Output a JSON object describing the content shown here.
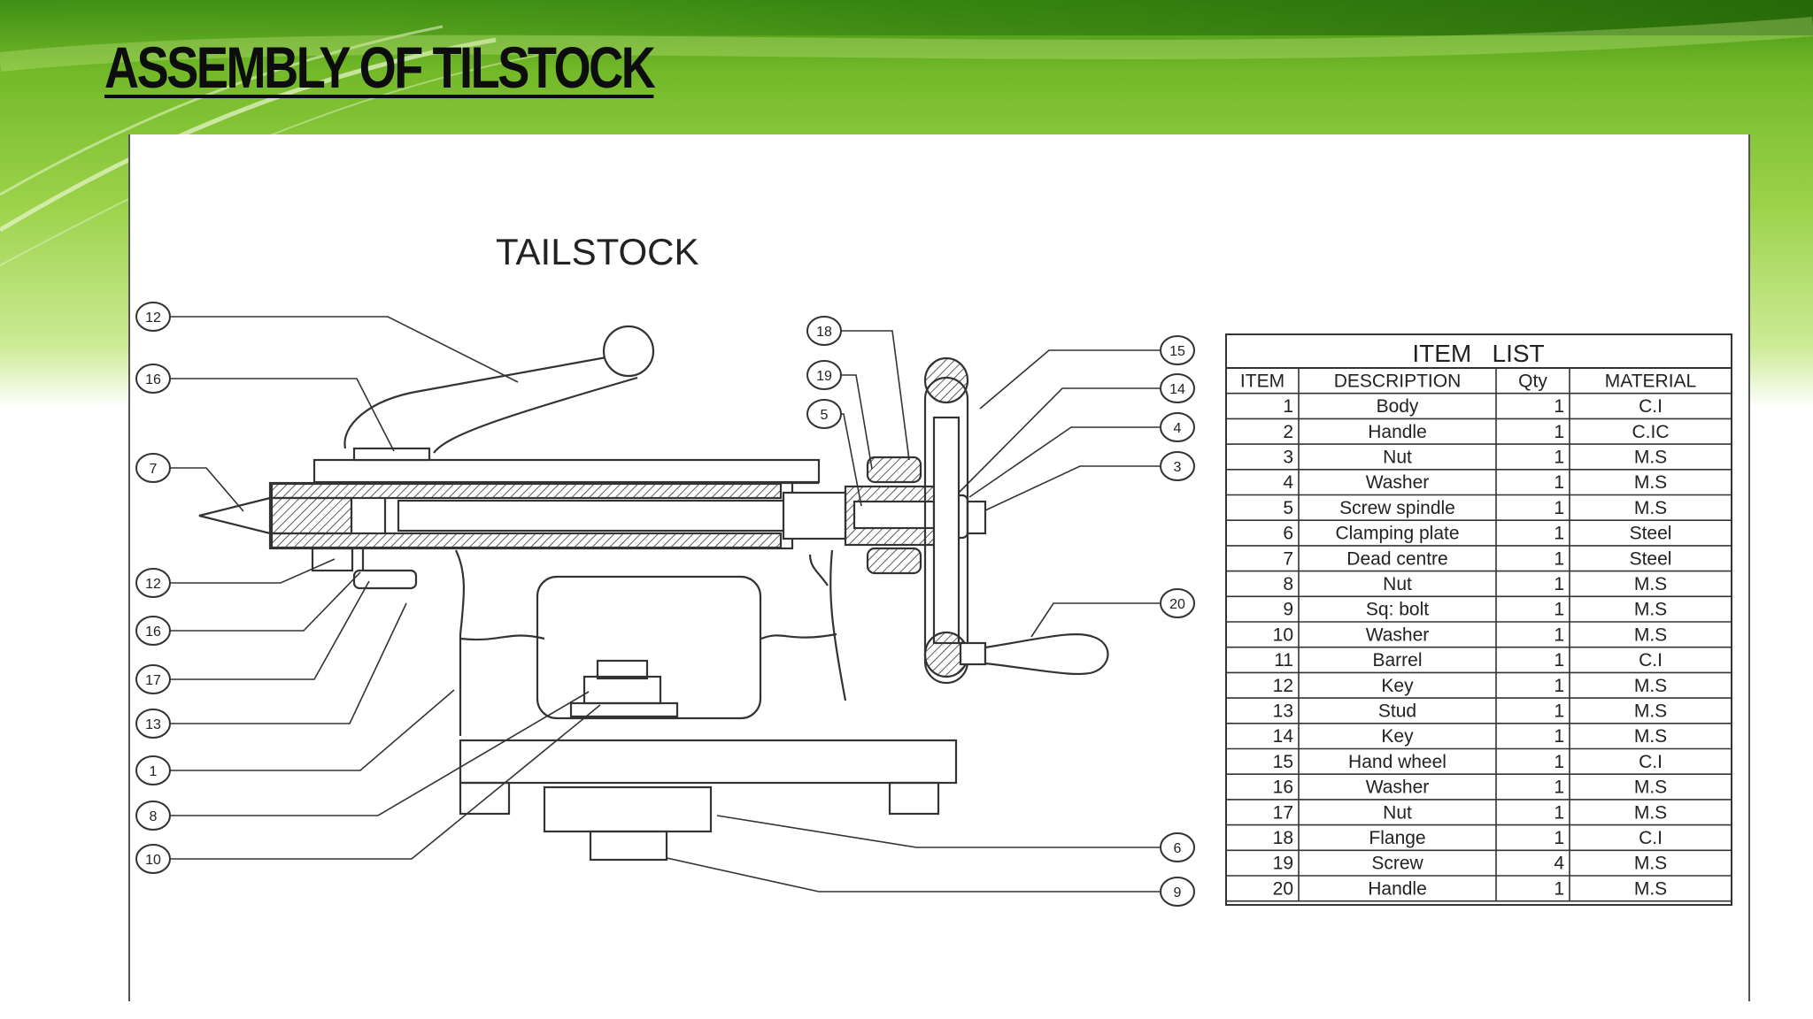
{
  "slide": {
    "title": "ASSEMBLY OF TILSTOCK",
    "theme_colors": {
      "green_dark": "#3d8a14",
      "green_mid": "#8dcc3a",
      "green_light": "#d8f0a8"
    }
  },
  "drawing": {
    "title": "TAILSTOCK",
    "callouts": [
      "12",
      "16",
      "7",
      "12",
      "16",
      "17",
      "13",
      "1",
      "8",
      "10",
      "18",
      "19",
      "5",
      "15",
      "14",
      "4",
      "3",
      "20",
      "6",
      "9"
    ]
  },
  "item_list": {
    "title": "ITEM   LIST",
    "headers": [
      "ITEM",
      "DESCRIPTION",
      "Qty",
      "MATERIAL"
    ],
    "rows": [
      [
        "1",
        "Body",
        "1",
        "C.I"
      ],
      [
        "2",
        "Handle",
        "1",
        "C.IC"
      ],
      [
        "3",
        "Nut",
        "1",
        "M.S"
      ],
      [
        "4",
        "Washer",
        "1",
        "M.S"
      ],
      [
        "5",
        "Screw spindle",
        "1",
        "M.S"
      ],
      [
        "6",
        "Clamping plate",
        "1",
        "Steel"
      ],
      [
        "7",
        "Dead centre",
        "1",
        "Steel"
      ],
      [
        "8",
        "Nut",
        "1",
        "M.S"
      ],
      [
        "9",
        "Sq: bolt",
        "1",
        "M.S"
      ],
      [
        "10",
        "Washer",
        "1",
        "M.S"
      ],
      [
        "11",
        "Barrel",
        "1",
        "C.I"
      ],
      [
        "12",
        "Key",
        "1",
        "M.S"
      ],
      [
        "13",
        "Stud",
        "1",
        "M.S"
      ],
      [
        "14",
        "Key",
        "1",
        "M.S"
      ],
      [
        "15",
        "Hand wheel",
        "1",
        "C.I"
      ],
      [
        "16",
        "Washer",
        "1",
        "M.S"
      ],
      [
        "17",
        "Nut",
        "1",
        "M.S"
      ],
      [
        "18",
        "Flange",
        "1",
        "C.I"
      ],
      [
        "19",
        "Screw",
        "4",
        "M.S"
      ],
      [
        "20",
        "Handle",
        "1",
        "M.S"
      ]
    ]
  }
}
